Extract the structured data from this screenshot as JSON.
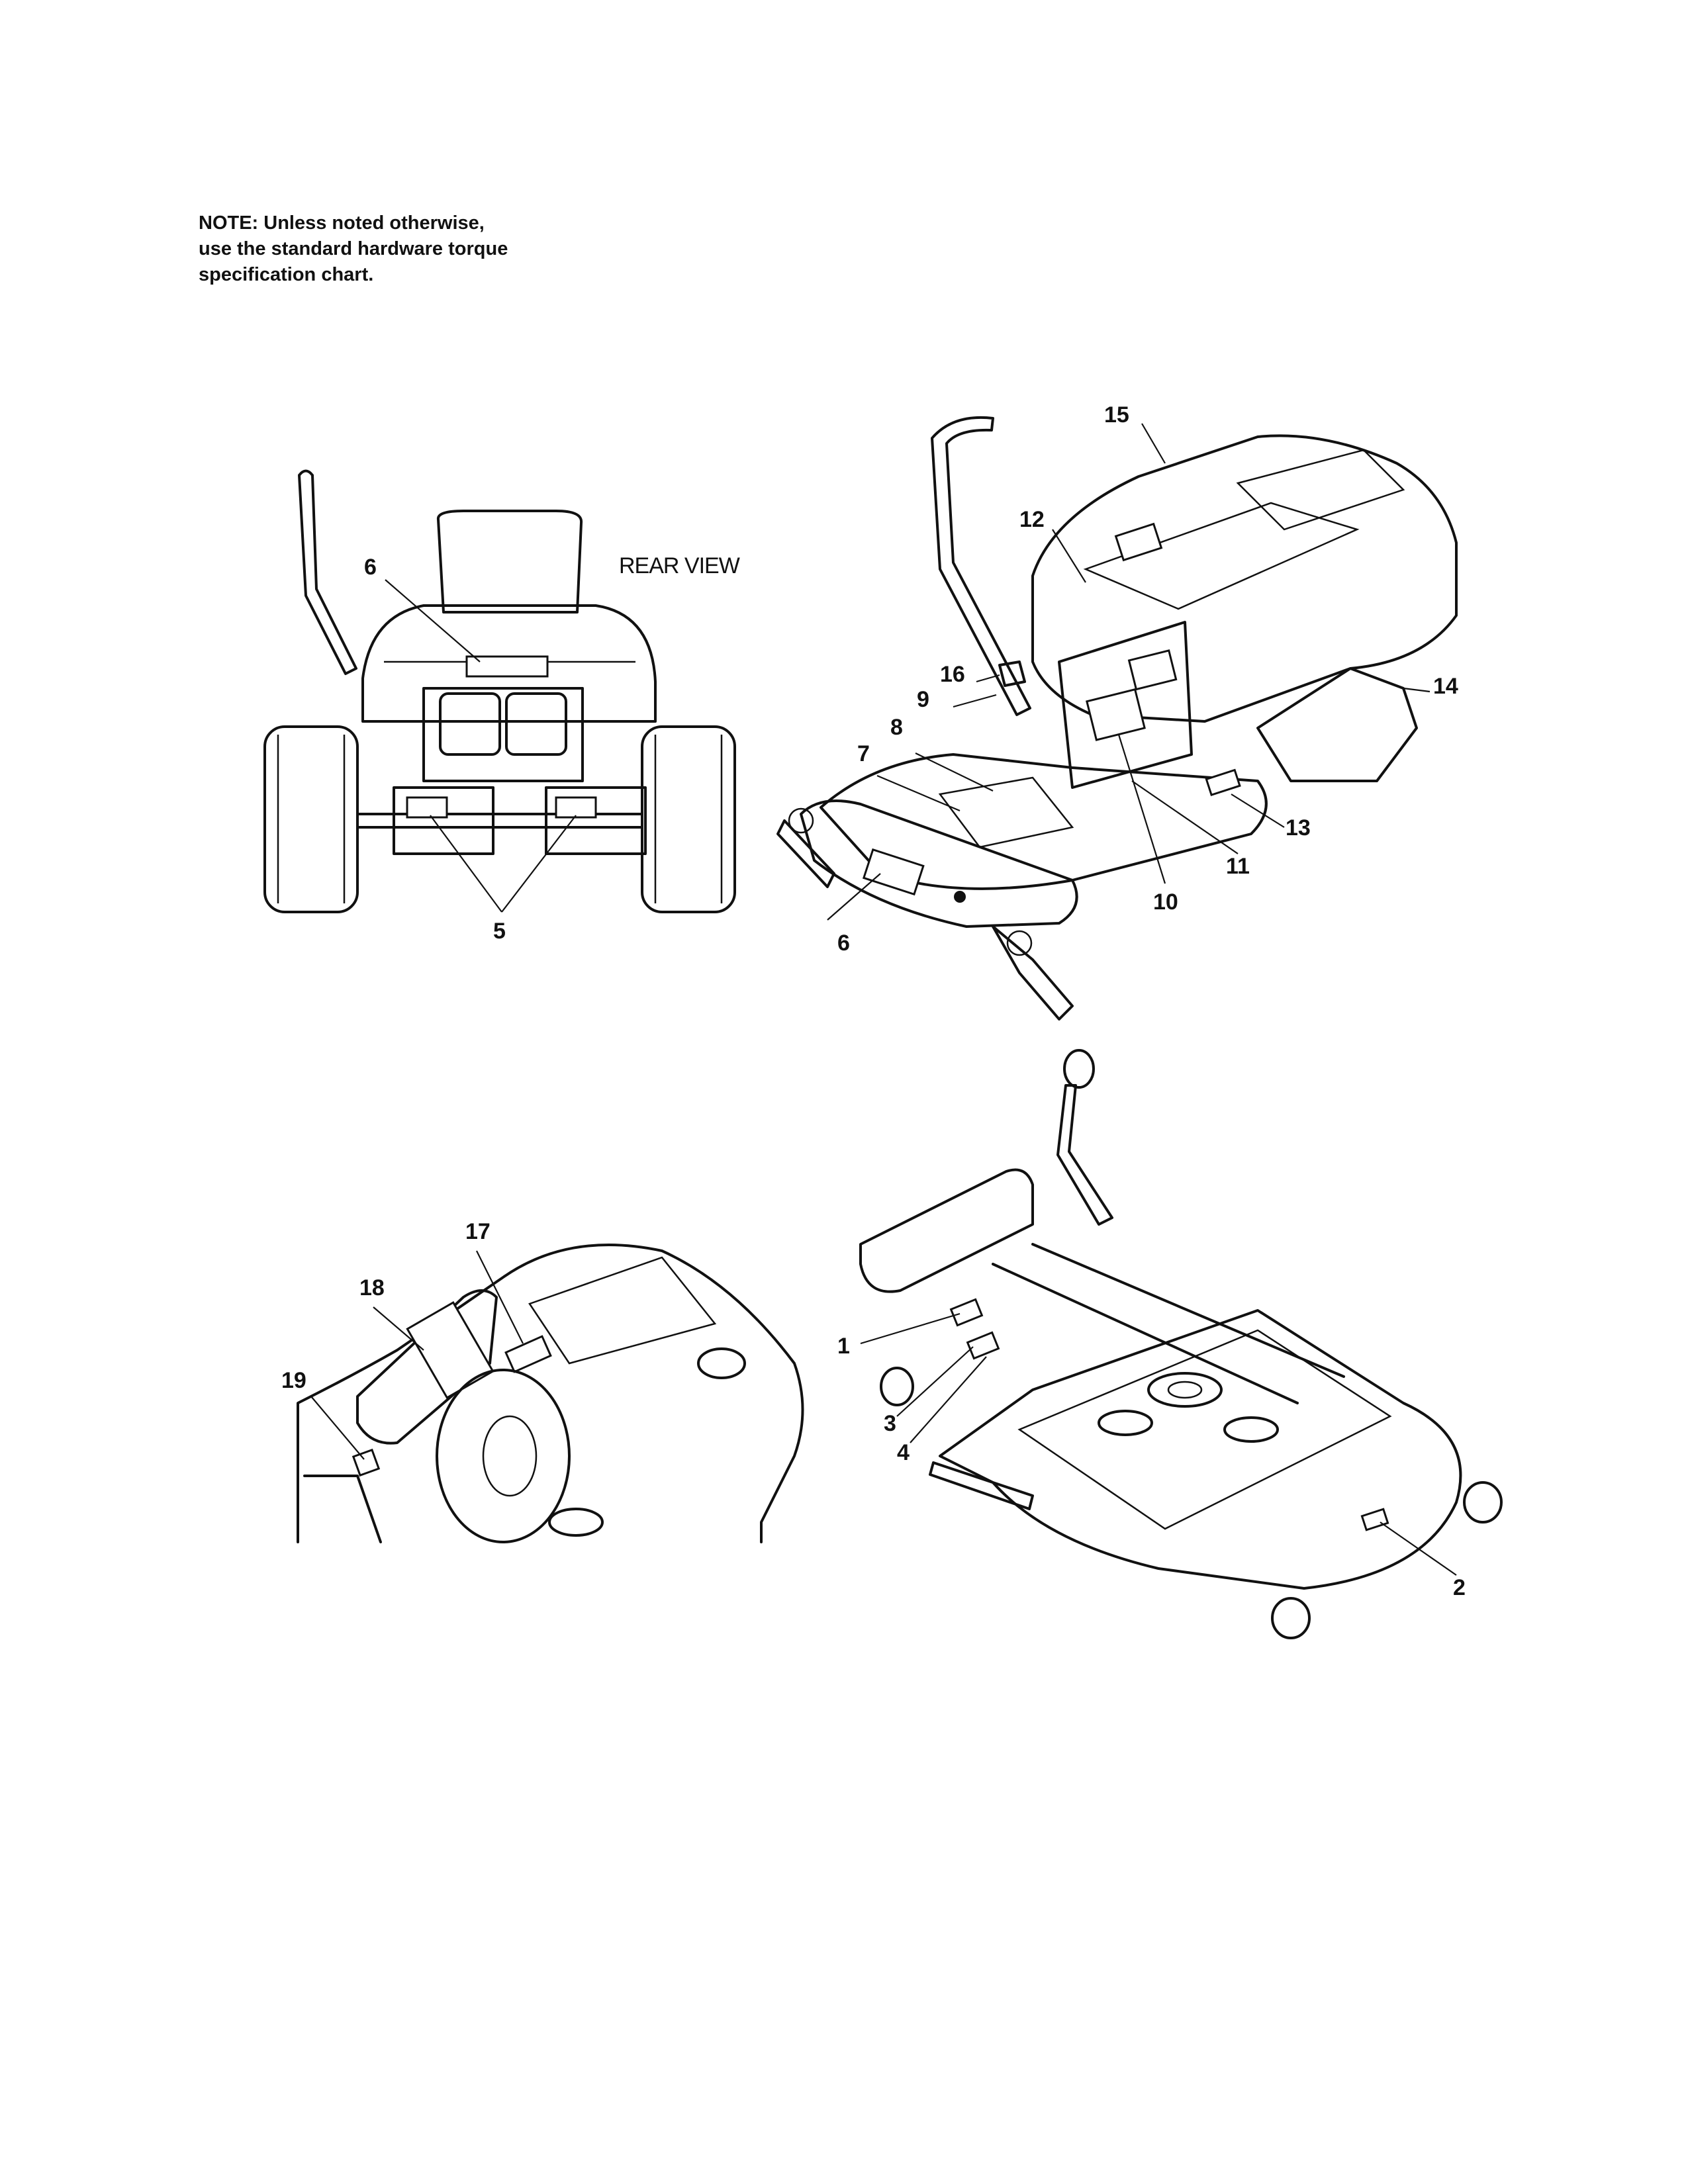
{
  "note": {
    "lines": [
      "NOTE: Unless noted otherwise,",
      "use the standard hardware torque",
      "specification chart."
    ]
  },
  "rear_view": {
    "label": "REAR VIEW",
    "callouts": [
      "6",
      "5"
    ]
  },
  "front_view": {
    "callouts": [
      "15",
      "12",
      "16",
      "9",
      "8",
      "7",
      "6",
      "14",
      "13",
      "11",
      "10"
    ]
  },
  "fender_view": {
    "callouts": [
      "17",
      "18",
      "19"
    ]
  },
  "deck_view": {
    "callouts": [
      "1",
      "3",
      "4",
      "2"
    ]
  }
}
